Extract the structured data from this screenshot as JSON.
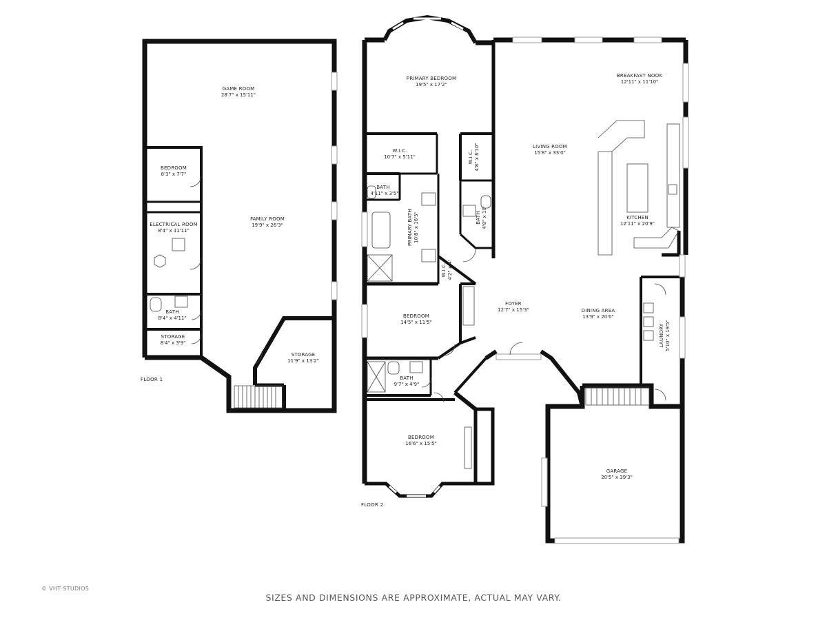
{
  "floors": [
    {
      "label": "FLOOR 1"
    },
    {
      "label": "FLOOR 2"
    }
  ],
  "rooms": {
    "game_room": {
      "name": "GAME ROOM",
      "dim": "28'7\" x 15'11\""
    },
    "f1_bedroom": {
      "name": "BEDROOM",
      "dim": "8'3\" x 7'7\""
    },
    "electrical_room": {
      "name": "ELECTRICAL ROOM",
      "dim": "8'4\" x 11'11\""
    },
    "f1_bath": {
      "name": "BATH",
      "dim": "8'4\" x 4'11\""
    },
    "f1_storage_small": {
      "name": "STORAGE",
      "dim": "8'4\" x 3'9\""
    },
    "family_room": {
      "name": "FAMILY ROOM",
      "dim": "19'9\" x 26'3\""
    },
    "f1_storage_large": {
      "name": "STORAGE",
      "dim": "11'9\" x 13'2\""
    },
    "primary_bedroom": {
      "name": "PRIMARY BEDROOM",
      "dim": "19'5\" x 17'2\""
    },
    "wic_1": {
      "name": "W.I.C.",
      "dim": "10'7\" x 5'11\""
    },
    "wic_2": {
      "name": "W.I.C.",
      "dim": "4'8\" x 6'10\""
    },
    "small_bath": {
      "name": "BATH",
      "dim": "4'11\" x 3'5\""
    },
    "primary_bath": {
      "name": "PRIMARY BATH",
      "dim": "10'8\" x 16'5\""
    },
    "bath_vert": {
      "name": "BATH",
      "dim": "4'8\" x 10'"
    },
    "wic_3": {
      "name": "W.I.C.",
      "dim": "4'2\" x 4'"
    },
    "breakfast_nook": {
      "name": "BREAKFAST NOOK",
      "dim": "12'11\" x 11'10\""
    },
    "living_room": {
      "name": "LIVING ROOM",
      "dim": "15'8\" x 33'0\""
    },
    "kitchen": {
      "name": "KITCHEN",
      "dim": "12'11\" x 20'9\""
    },
    "f2_bedroom_a": {
      "name": "BEDROOM",
      "dim": "14'5\" x 11'5\""
    },
    "foyer": {
      "name": "FOYER",
      "dim": "12'7\" x 15'3\""
    },
    "dining_area": {
      "name": "DINING AREA",
      "dim": "13'9\" x 20'0\""
    },
    "laundry": {
      "name": "LAUNDRY",
      "dim": "5'10\" x 19'5\""
    },
    "f2_bath_b": {
      "name": "BATH",
      "dim": "9'7\" x 4'9\""
    },
    "f2_bedroom_b": {
      "name": "BEDROOM",
      "dim": "16'6\" x 15'5\""
    },
    "garage": {
      "name": "GARAGE",
      "dim": "20'5\" x 39'3\""
    }
  },
  "copyright": "© VHT STUDIOS",
  "disclaimer": "SIZES AND DIMENSIONS ARE APPROXIMATE, ACTUAL MAY VARY.",
  "colors": {
    "wall": "#111111",
    "fixture": "#444444",
    "window": "#bbbbbb",
    "background": "#ffffff"
  }
}
